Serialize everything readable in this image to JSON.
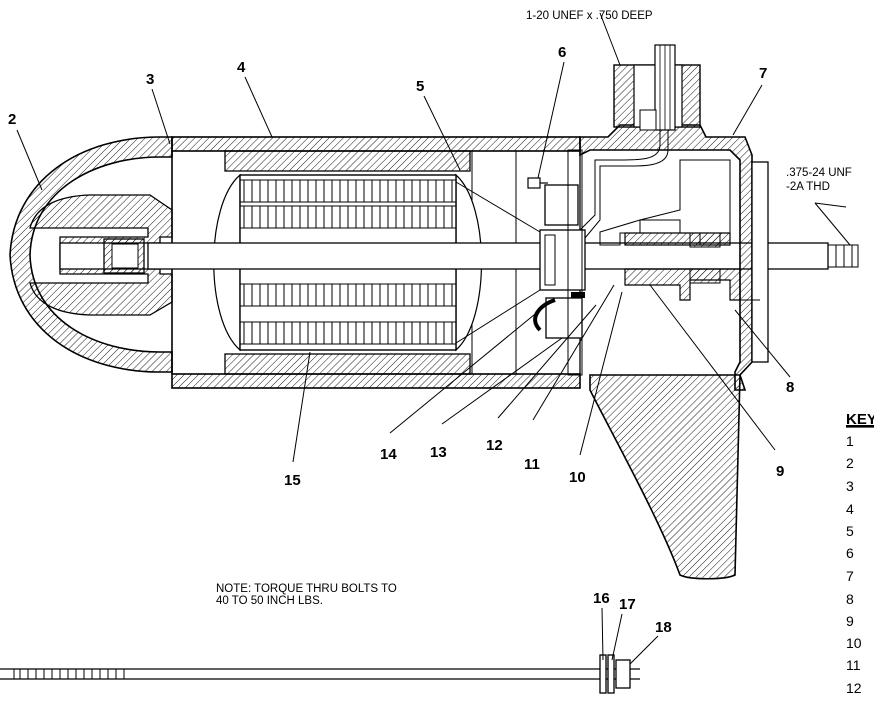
{
  "callouts": {
    "p2": "2",
    "p3": "3",
    "p4": "4",
    "p5": "5",
    "p6": "6",
    "p7": "7",
    "p8": "8",
    "p9": "9",
    "p10": "10",
    "p11": "11",
    "p12": "12",
    "p13": "13",
    "p14": "14",
    "p15": "15",
    "p16": "16",
    "p17": "17",
    "p18": "18"
  },
  "annotations": {
    "thread_top": "1-20 UNEF x .750 DEEP",
    "thread_shaft_line1": ".375-24 UNF",
    "thread_shaft_line2": "-2A THD",
    "note_line1": "NOTE: TORQUE THRU BOLTS TO",
    "note_line2": "40 TO 50 INCH LBS."
  },
  "key": {
    "heading": "KEY",
    "numbers": [
      "1",
      "2",
      "3",
      "4",
      "5",
      "6",
      "7",
      "8",
      "9",
      "10",
      "11",
      "12"
    ]
  }
}
